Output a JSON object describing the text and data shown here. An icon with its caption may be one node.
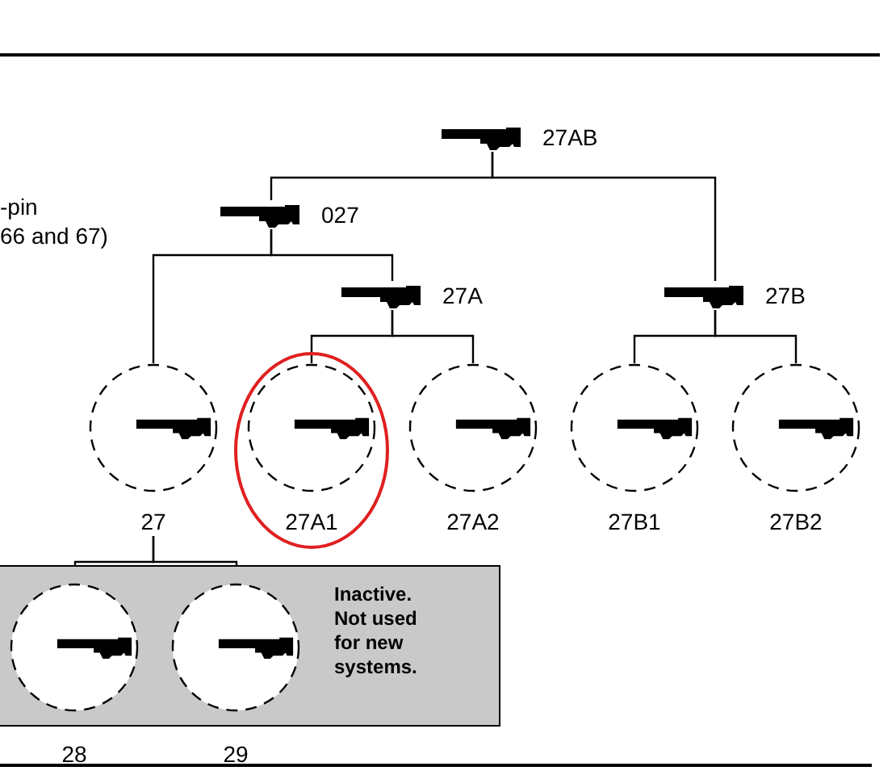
{
  "diagram": {
    "nodes": [
      {
        "text": [
          "27AB"
        ]
      },
      {
        "text": [
          "027"
        ]
      },
      {
        "text": [
          "27A"
        ]
      },
      {
        "text": [
          "27B"
        ]
      },
      {
        "text": [
          "27"
        ]
      },
      {
        "text": [
          "27A1"
        ]
      },
      {
        "text": [
          "27A2"
        ]
      },
      {
        "text": [
          "27B1"
        ]
      },
      {
        "text": [
          "27B2"
        ]
      },
      {
        "text": [
          "Inactive. Not used for new systems."
        ]
      },
      {
        "text": [
          "28"
        ],
        "in": 9
      },
      {
        "text": [
          "29"
        ],
        "in": 9
      }
    ],
    "edges": [
      {
        "from": 0,
        "to": 1,
        "arrow": "none"
      },
      {
        "from": 0,
        "to": 3,
        "arrow": "none"
      },
      {
        "from": 1,
        "to": 4,
        "arrow": "none"
      },
      {
        "from": 1,
        "to": 2,
        "arrow": "none"
      },
      {
        "from": 2,
        "to": 5,
        "arrow": "none"
      },
      {
        "from": 2,
        "to": 6,
        "arrow": "none"
      },
      {
        "from": 3,
        "to": 7,
        "arrow": "none"
      },
      {
        "from": 3,
        "to": 8,
        "arrow": "none"
      },
      {
        "from": 4,
        "to": 10,
        "arrow": "none"
      },
      {
        "from": 4,
        "to": 11,
        "arrow": "none"
      }
    ],
    "labels": [
      "-pin",
      "66 and 67)"
    ]
  }
}
